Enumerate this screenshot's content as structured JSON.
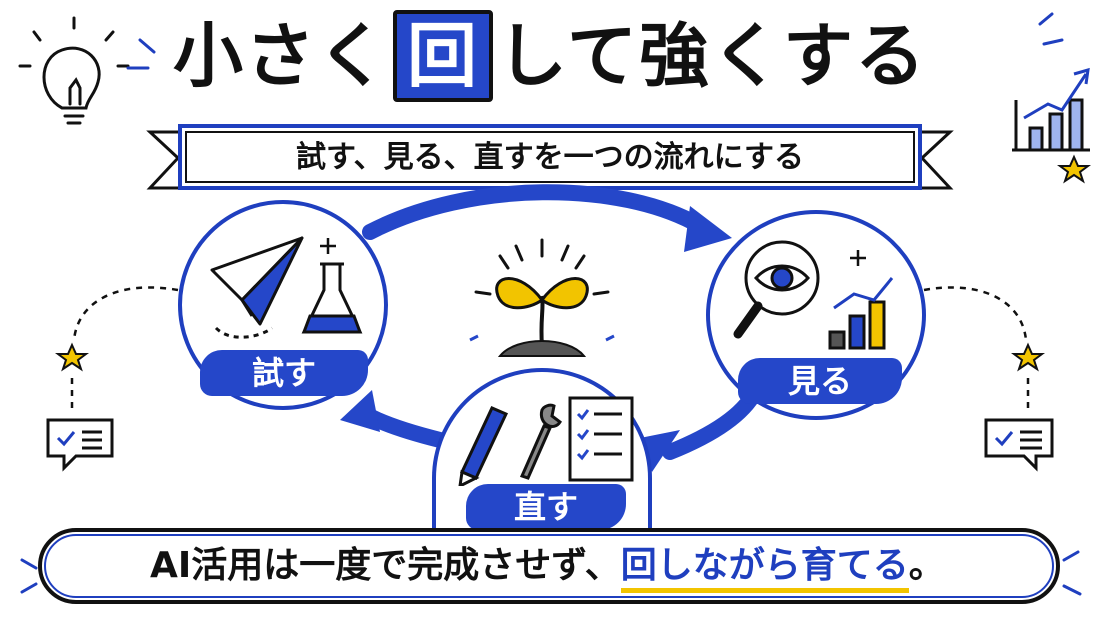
{
  "title": {
    "part1": "小さく",
    "highlight": "回",
    "part2": "して強くする"
  },
  "subtitle": "試す、見る、直すを一つの流れにする",
  "steps": [
    {
      "label": "試す",
      "icons": [
        "paper-plane-icon",
        "flask-icon",
        "sparkle-icon"
      ]
    },
    {
      "label": "見る",
      "icons": [
        "magnifier-eye-icon",
        "bar-chart-icon",
        "sparkle-icon"
      ]
    },
    {
      "label": "直す",
      "icons": [
        "pencil-icon",
        "wrench-icon",
        "checklist-icon"
      ]
    }
  ],
  "center_icon": "sprout-icon",
  "decorations": [
    "lightbulb-icon",
    "growth-chart-icon",
    "star-icon",
    "chat-checklist-icon"
  ],
  "banner": {
    "prefix": "AI活用は一度で完成させず、",
    "highlight": "回しながら育てる",
    "suffix": "。",
    "icon": "star-badge-icon"
  },
  "colors": {
    "primary_blue": "#2547c9",
    "dark_blue": "#1f3fbf",
    "accent_yellow": "#f2c400",
    "ink": "#111111"
  }
}
